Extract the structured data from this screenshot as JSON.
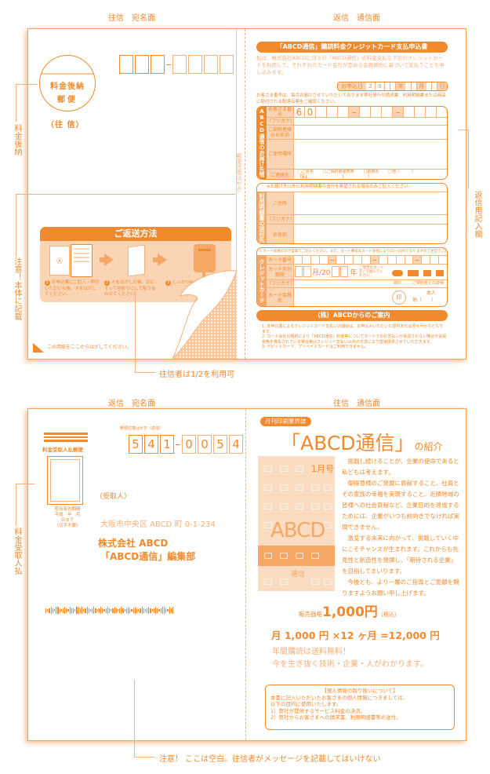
{
  "colors": {
    "accent": "#f08a2c",
    "light": "#fbd5b3",
    "line": "#f7b07a"
  },
  "top_section": {
    "left_heading": "往信　宛名面",
    "right_heading": "返信　通信面",
    "stamp": {
      "line1": "料金後納",
      "line2": "郵便",
      "caption": "（往 信）"
    },
    "zip_boxes": 7,
    "center_vertical_label": "郵便往復はがき",
    "left_callout_1": "料金後納",
    "left_callout_2": "注意！本体に記載",
    "right_callout": "返信用記入欄",
    "bottom_callout": "往信者は1/2を利用可",
    "peel_note": "この用紙をここからはがしてください。",
    "return_method": {
      "title": "ご返送方法",
      "steps": [
        {
          "num": "1",
          "text": "お申込書にご記入・押印いただいた後、Ⓐをはがしてください。"
        },
        {
          "num": "2",
          "text": "Ⓐをはがした後、日に そって谷折りにして貼り合わせてください。"
        },
        {
          "num": "3",
          "text": "しっかり貼り合わせて投函してください。"
        }
      ],
      "doc_mark": "Ⓐ"
    },
    "form": {
      "title": "「ABCD通信」購読料金クレジットカード支払申込書",
      "intro": "私は、株式会社ABCDに月々の「ABCD通信」の料金支払を下記のクレジットカードを利用して、それぞれのカード会社が定める会員規約に基づいて支払うことを申し込みます。",
      "date_label": "お申込日",
      "date_prefix": "20",
      "date_units": [
        "年",
        "月",
        "日"
      ],
      "customer_note": "お客さま番号は、毎月お届けさせていただいております弊社発行の請求書、利用明細書または商品に貼付される配達伝票をご確認ください。",
      "delivery": {
        "side_label": "ABCD通信のお届け先情報",
        "customer_no_label": "お客さま番号",
        "customer_no_digits": [
          "6",
          "0"
        ],
        "furigana": "（フリガナ）",
        "name_label": "ご契約者様のお名前",
        "place_label": "ご使用場所",
        "contact_label": "ご連絡先",
        "contact_options": [
          "ご自宅",
          "ご契約者様携帯",
          "勤務先",
          "他（　　　）"
        ],
        "tel": "TEL",
        "tel_paren": "（　　　　　）"
      },
      "statement": {
        "note": "※お届け先以外に利用明細書の送付を希望される場合のみご記入ください。",
        "side_label": "利用明細書の送付先",
        "address_label": "ご住所",
        "furigana": "（フリガナ）",
        "name_label": "お名前"
      },
      "card": {
        "note": "1.カード会員の方が自筆でご記入ください。また、カード番号はカード会社により15～16桁となりますので左詰でご記入ください。",
        "side_label": "クレジットカード",
        "number_label": "カード番号",
        "expiry_label": "カード有効期限",
        "expiry_month": "月/20",
        "expiry_year": "年",
        "brand_note": "ご使用のカードを○で囲んでください",
        "furigana": "（フリガナ）",
        "seal_label": "捺印",
        "relation_label": "ご契約者との続柄",
        "holder_label": "カード会員名",
        "seal": "印",
        "self": "本人",
        "other": "他（　　）"
      },
      "guide_banner": "（株）ABCDからのご案内",
      "guide_notes": [
        "1. 本申込書によるクレジットカード支払いの開始は、お申込みいただいた翌月または翌々月からとなります。",
        "2. カード会社の規約により「ABCD通信」料金等についてカードでのお支払いが承認されない場合や会員資格を喪失されている場合等はクレジット支払い以外の方法により直接請求させていただきます。",
        "3. デビットカード、プリペイドカードはご利用できません。"
      ]
    }
  },
  "bottom_section": {
    "left_heading": "返信　宛名面",
    "right_heading": "往信　通信面",
    "postmark_label": "料金受取人払郵便",
    "permit_text": [
      "差出有効期間",
      "平成　年　月",
      "日まで",
      "（切手不要）"
    ],
    "postcard_type": "郵便往復はがき（返信）",
    "zip_digits": [
      "5",
      "4",
      "1",
      "0",
      "0",
      "5",
      "4"
    ],
    "recipient_label": "（受取人）",
    "address": "大阪市中央区 ABCD 町 0-1-234",
    "company": "株式会社 ABCD",
    "department": "「ABCD通信」編集部",
    "left_callout": "料金受取人払",
    "bottom_callout": "注意！ ここは空白。往信者がメッセージを記載してはいけない",
    "magazine": {
      "tag": "月刊印刷業界誌",
      "title_main": "「ABCD通信」",
      "title_suffix": "の紹介",
      "issue": "1月号",
      "cover_title": "ABCD",
      "cover_sub": "通信"
    },
    "intro_paragraphs": [
      "挑戦し続けることが、企業の使命であると私どもは考えます。",
      "御得意様のご発展に貢献すること、社員とその家族の幸福を実現すること、近隣地域の皆様への社会貢献など、企業目的を達成するためには、企業がいつも前向きでなければ実現できません。",
      "激変する未来に向かって、挑戦していく中にこそチャンスが生まれます。これからも先見性と創造性を発揮し、「期待される企業」を目指してまいります。",
      "今後とも、より一層のご指導とご愛顧を賜りますようお願い申し上げます。"
    ],
    "price_label": "販売価格",
    "price": "1,000円",
    "price_tax": "（税込）",
    "annual_formula": "月 1,000 円 ×12 ヶ月 =12,000 円",
    "tagline_1": "年間購読は送料無料！",
    "tagline_2": "今を生き抜く技術・企業・人がわかります。",
    "privacy": {
      "title": "【個人情報の取り扱いについて】",
      "lines": [
        "本書に記入いただいたお客さまの個人情報につきましては、",
        "以下の目的に使用いたします。",
        "1）弊社が提供するサービス料金の決済。",
        "2）弊社からお客さまへの請求書、利用明細書等の送付。"
      ]
    }
  }
}
